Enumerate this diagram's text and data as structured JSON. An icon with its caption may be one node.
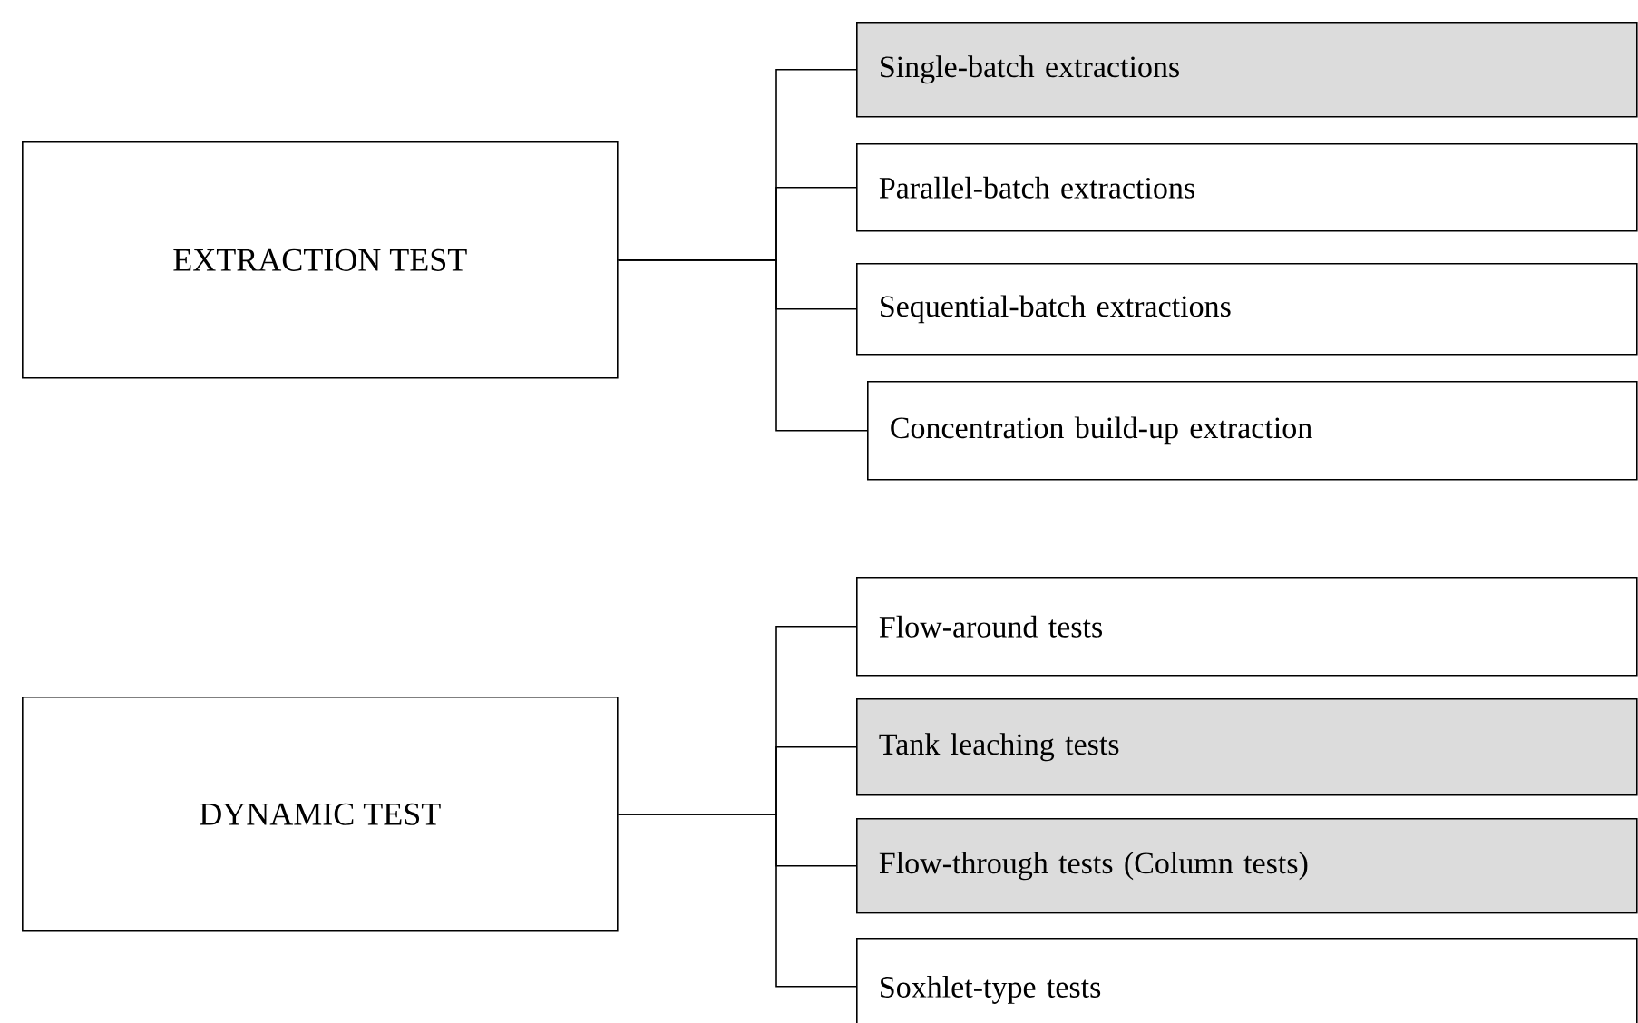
{
  "diagram": {
    "nodes": [
      {
        "text": [
          "EXTRACTION TEST"
        ]
      },
      {
        "text": [
          "Single-batch extractions"
        ]
      },
      {
        "text": [
          "Parallel-batch extractions"
        ]
      },
      {
        "text": [
          "Sequential-batch extractions"
        ]
      },
      {
        "text": [
          "Concentration build-up extraction"
        ]
      },
      {
        "text": [
          "DYNAMIC TEST"
        ]
      },
      {
        "text": [
          "Flow-around tests"
        ]
      },
      {
        "text": [
          "Tank leaching tests"
        ]
      },
      {
        "text": [
          "Flow-through tests (Column tests)"
        ]
      },
      {
        "text": [
          "Soxhlet-type tests"
        ]
      }
    ],
    "edges": [
      {
        "from": 0,
        "to": 1,
        "arrow": "none"
      },
      {
        "from": 0,
        "to": 2,
        "arrow": "none"
      },
      {
        "from": 0,
        "to": 3,
        "arrow": "none"
      },
      {
        "from": 0,
        "to": 4,
        "arrow": "none"
      },
      {
        "from": 5,
        "to": 6,
        "arrow": "none"
      },
      {
        "from": 5,
        "to": 7,
        "arrow": "none"
      },
      {
        "from": 5,
        "to": 8,
        "arrow": "none"
      },
      {
        "from": 5,
        "to": 9,
        "arrow": "none"
      }
    ]
  }
}
